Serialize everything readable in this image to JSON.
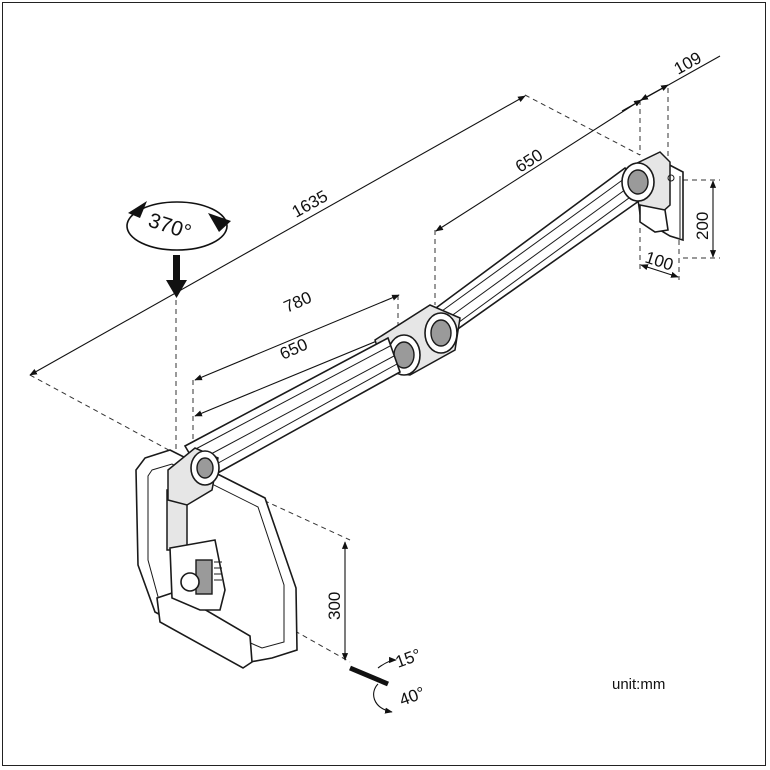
{
  "dimensions": {
    "total_reach": "1635",
    "upper_arm": "650",
    "extended_reach": "780",
    "lower_arm": "650",
    "wall_depth": "109",
    "bracket_height": "200",
    "bracket_width": "100",
    "pole_height": "300"
  },
  "angles": {
    "rotation": "370°",
    "tilt_up": "15°",
    "tilt_down": "40°"
  },
  "unit_label": "unit:mm",
  "colors": {
    "line": "#1a1a1a",
    "fill_light": "#e6e6e6",
    "fill_mid": "#9a9a9a",
    "background": "#ffffff"
  }
}
